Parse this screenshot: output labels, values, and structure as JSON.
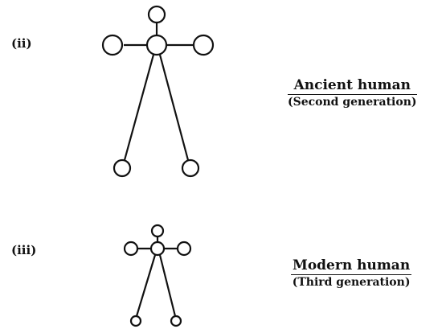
{
  "figures": [
    {
      "label": "(ii)",
      "title": "Ancient human",
      "subtitle": "(Second generation)"
    },
    {
      "label": "(iii)",
      "title": "Modern human",
      "subtitle": "(Third generation)"
    }
  ],
  "colors": {
    "ink": "#111111",
    "background": "#ffffff"
  }
}
